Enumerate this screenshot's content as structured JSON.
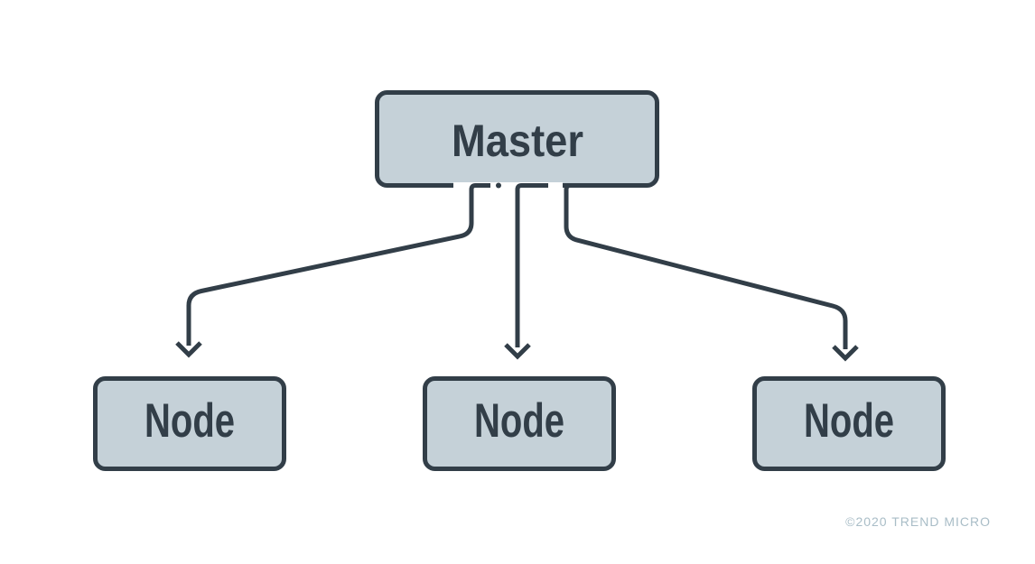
{
  "diagram": {
    "master": {
      "label": "Master"
    },
    "nodes": [
      {
        "label": "Node"
      },
      {
        "label": "Node"
      },
      {
        "label": "Node"
      }
    ],
    "copyright": "©2020 TREND MICRO",
    "colors": {
      "background": "#ffffff",
      "box_fill": "#c5d1d8",
      "box_border": "#323e48",
      "line": "#323e48",
      "label_text": "#323e48",
      "copyright_text": "#a9bdc7"
    }
  }
}
